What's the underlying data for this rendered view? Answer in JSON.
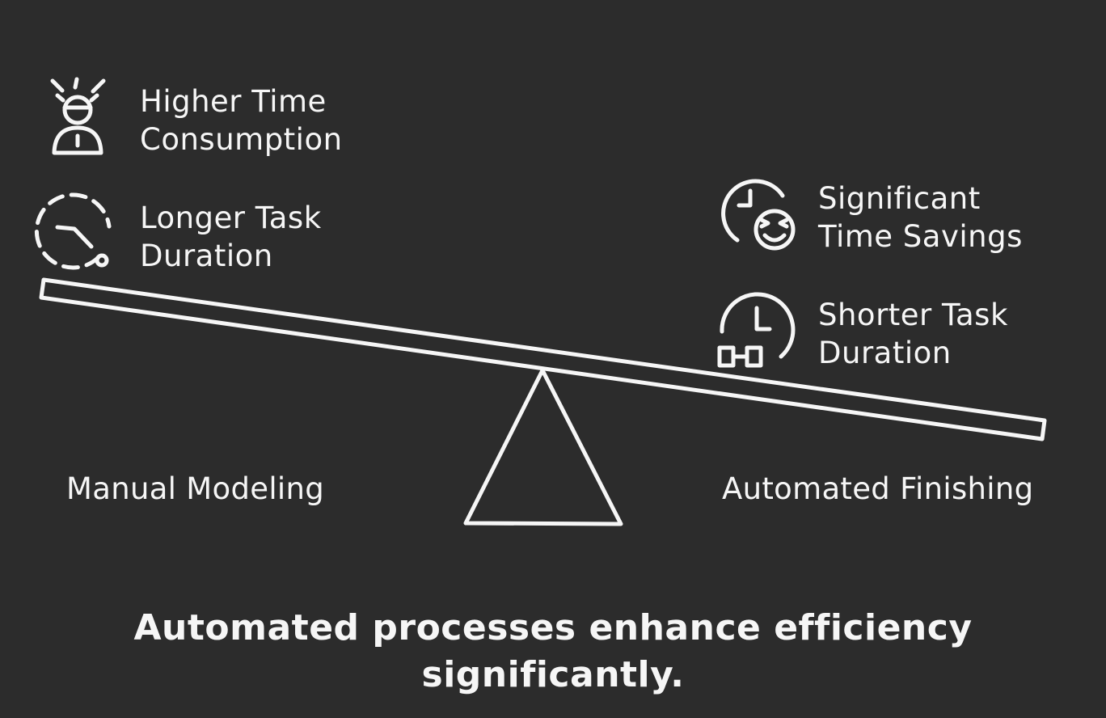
{
  "left": {
    "title": "Manual Modeling",
    "items": [
      {
        "icon": "stressed-person-icon",
        "line1": "Higher Time",
        "line2": "Consumption"
      },
      {
        "icon": "dashed-clock-icon",
        "line1": "Longer Task",
        "line2": "Duration"
      }
    ]
  },
  "right": {
    "title": "Automated Finishing",
    "items": [
      {
        "icon": "clock-happy-face-icon",
        "line1": "Significant",
        "line2": "Time Savings"
      },
      {
        "icon": "clock-timeline-icon",
        "line1": "Shorter Task",
        "line2": "Duration"
      }
    ]
  },
  "caption": {
    "line1": "Automated processes enhance efficiency",
    "line2": "significantly."
  },
  "colors": {
    "background": "#2c2c2c",
    "foreground": "#f6f6f6"
  }
}
